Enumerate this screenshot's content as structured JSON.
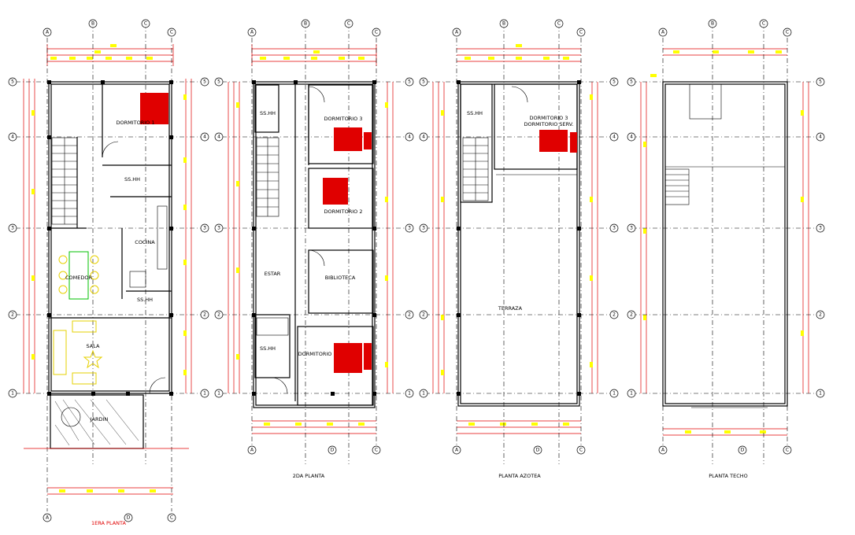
{
  "plans": [
    {
      "title": "1ERA PLANTA",
      "title_color": "#e00000",
      "rooms": [
        "DORMITORIO 1",
        "SS.HH",
        "COCINA",
        "COMEDOR",
        "SS.HH",
        "SALA",
        "JARDIN"
      ]
    },
    {
      "title": "2DA PLANTA",
      "title_color": "#000000",
      "rooms": [
        "SS.HH",
        "DORMITORIO 3",
        "DORMITORIO 2",
        "ESTAR",
        "BIBLIOTECA",
        "SS.HH",
        "DORMITORIO"
      ]
    },
    {
      "title": "PLANTA AZOTEA",
      "title_color": "#000000",
      "rooms": [
        "SS.HH",
        "DORMITORIO 3",
        "DORMITORIO SERV.",
        "TERRAZA"
      ]
    },
    {
      "title": "PLANTA TECHO",
      "title_color": "#000000",
      "rooms": []
    }
  ],
  "grid_columns": [
    "A",
    "B",
    "C",
    "D"
  ],
  "grid_rows": [
    "5",
    "4",
    "3",
    "2",
    "1"
  ],
  "colors": {
    "walls": "#000000",
    "dimensions": "#e00000",
    "dimension_tags": "#ffff00",
    "furniture": "#e6d000",
    "beds": "#e00000",
    "dining_table": "#00c000"
  }
}
